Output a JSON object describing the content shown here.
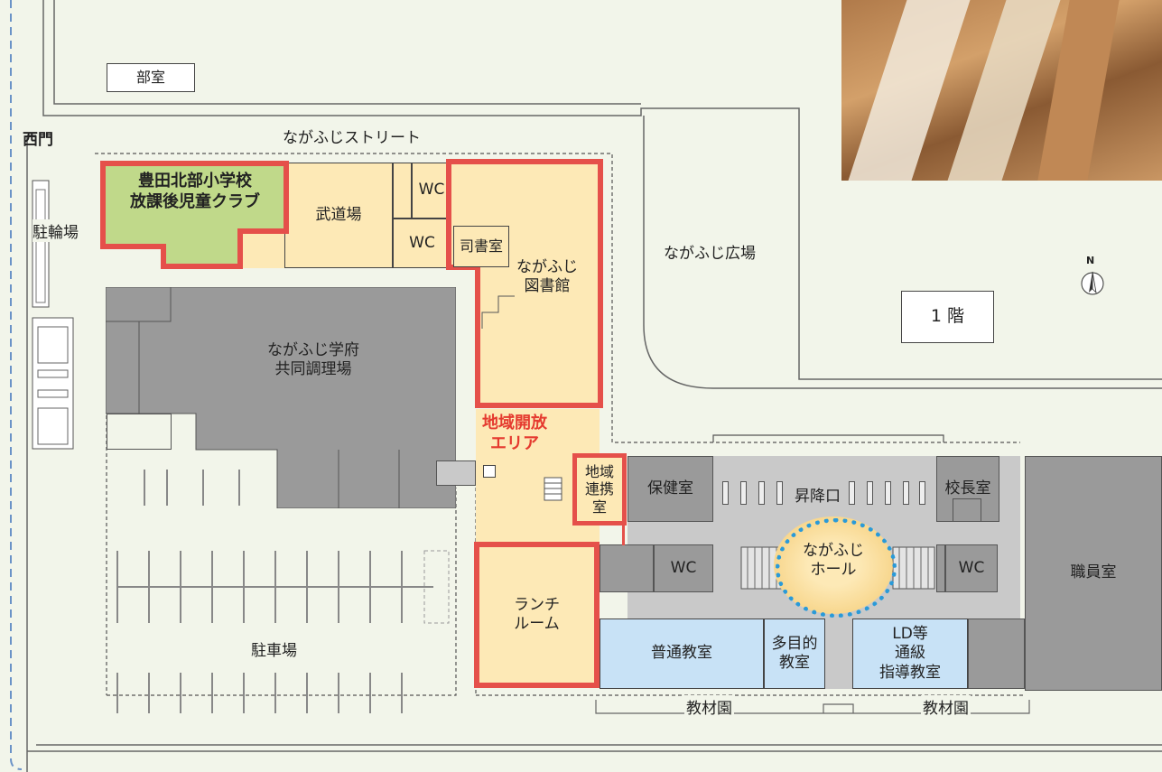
{
  "map": {
    "top_club_room": "部室",
    "west_gate": "西門",
    "street": "ながふじストリート",
    "bike_parking": "駐輪場",
    "club_building": "豊田北部小学校\n放課後児童クラブ",
    "budojo": "武道場",
    "wc": "WC",
    "librarian_room": "司書室",
    "library": "ながふじ\n図書館",
    "plaza": "ながふじ広場",
    "floor": "1 階",
    "north": "N",
    "kitchen": "ながふじ学府\n共同調理場",
    "open_area": "地域開放\nエリア",
    "community_room": "地域\n連携\n室",
    "health_room": "保健室",
    "entrance": "昇降口",
    "principal_room": "校長室",
    "staff_room": "職員室",
    "hall": "ながふじ\nホール",
    "lunch_room": "ランチ\nルーム",
    "classroom": "普通教室",
    "multipurpose": "多目的\n教室",
    "ld_room": "LD等\n通級\n指導教室",
    "parking": "駐車場",
    "garden": "教材園"
  },
  "colors": {
    "open_area_highlight": "#e5504a",
    "hall_ring": "#2a9ad8",
    "classroom_blue": "#c8e2f6",
    "community_yellow": "#fde9b6",
    "club_green": "#c0d98a"
  }
}
